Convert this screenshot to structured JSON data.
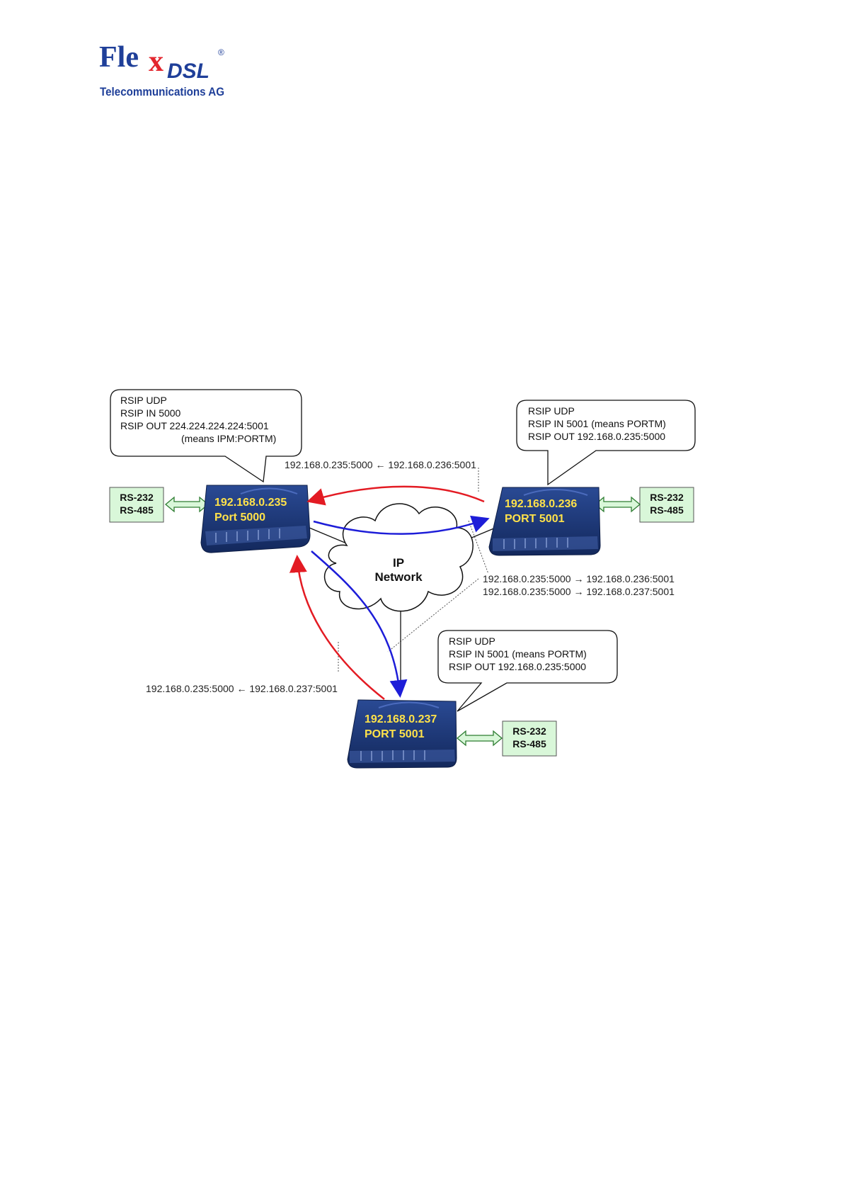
{
  "logo": {
    "word_flex": "Fle",
    "word_x": "x",
    "word_dsl": "DSL",
    "registered": "®",
    "tagline": "Telecommunications AG",
    "colors": {
      "blue": "#1f3f99",
      "red": "#e3262e"
    }
  },
  "devices": [
    {
      "ip": "192.168.0.235",
      "port": "Port 5000"
    },
    {
      "ip": "192.168.0.236",
      "port": "PORT 5001"
    },
    {
      "ip": "192.168.0.237",
      "port": "PORT 5001"
    }
  ],
  "serial_boxes": [
    {
      "line1": "RS-232",
      "line2": "RS-485"
    },
    {
      "line1": "RS-232",
      "line2": "RS-485"
    },
    {
      "line1": "RS-232",
      "line2": "RS-485"
    }
  ],
  "callouts": [
    {
      "lines": [
        "RSIP UDP",
        "RSIP IN 5000",
        "RSIP OUT 224.224.224.224:5001",
        "(means IPM:PORTM)"
      ]
    },
    {
      "lines": [
        "RSIP UDP",
        "RSIP IN 5001 (means PORTM)",
        "RSIP OUT 192.168.0.235:5000"
      ]
    },
    {
      "lines": [
        "RSIP UDP",
        "RSIP IN 5001 (means PORTM)",
        "RSIP OUT 192.168.0.235:5000"
      ]
    }
  ],
  "network": {
    "line1": "IP",
    "line2": "Network"
  },
  "flow_labels": {
    "top": "192.168.0.235:5000 ← 192.168.0.236:5001",
    "right1": "192.168.0.235:5000 → 192.168.0.236:5001",
    "right2": "192.168.0.235:5000 → 192.168.0.237:5001",
    "bottom": "192.168.0.235:5000 ← 192.168.0.237:5001"
  },
  "colors": {
    "device_body": "#1c3573",
    "device_ip_text": "#ffe24a",
    "serial_box_fill": "#d9f7d9",
    "serial_arrow_fill": "#d9f7d9",
    "serial_arrow_stroke": "#2e7d32",
    "arrow_red": "#e31b23",
    "arrow_blue": "#1d1dd8"
  }
}
